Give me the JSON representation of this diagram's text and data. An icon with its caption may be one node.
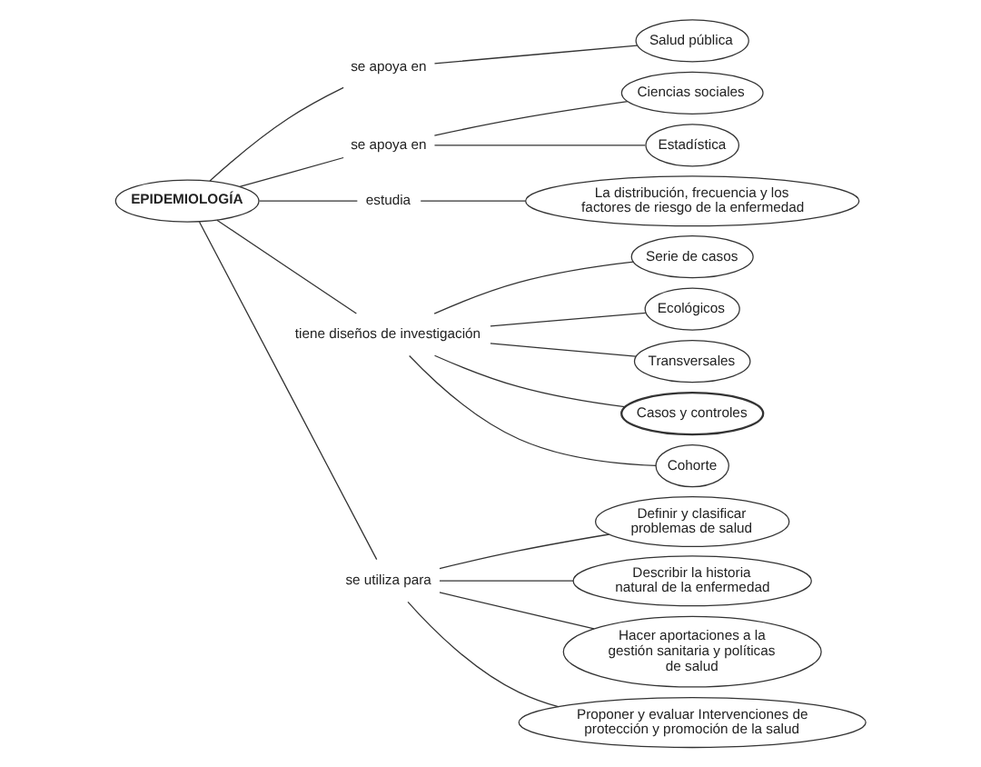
{
  "diagram": {
    "nodes": [
      {
        "text": [
          "Salud pública"
        ]
      },
      {
        "text": [
          "se apoya en"
        ]
      },
      {
        "text": [
          "EPIDEMIOLOGÍA"
        ]
      },
      {
        "text": [
          "se apoya en"
        ]
      },
      {
        "text": [
          "Ciencias sociales"
        ]
      },
      {
        "text": [
          "Estadística"
        ]
      },
      {
        "text": [
          "estudia"
        ]
      },
      {
        "text": [
          "La distribución, frecuencia y los factores de riesgo de la enfermedad"
        ]
      },
      {
        "text": [
          "tiene diseños de investigación"
        ]
      },
      {
        "text": [
          "se utiliza para"
        ]
      },
      {
        "text": [
          "Serie de casos"
        ]
      },
      {
        "text": [
          "Ecológicos"
        ]
      },
      {
        "text": [
          "Transversales"
        ]
      },
      {
        "text": [
          "Casos y controles"
        ]
      },
      {
        "text": [
          "Cohorte"
        ]
      },
      {
        "text": [
          "Definir y clasificar problemas de salud"
        ]
      },
      {
        "text": [
          "Describir la historia natural de la enfermedad"
        ]
      },
      {
        "text": [
          "Hacer aportaciones a la gestión sanitaria y políticas de salud"
        ]
      },
      {
        "text": [
          "Proponer y evaluar Intervenciones de protección y promoción de la salud"
        ]
      }
    ],
    "edges": [
      {
        "from": 2,
        "to": 1,
        "arrow": "none"
      },
      {
        "from": 1,
        "to": 0,
        "arrow": "none"
      },
      {
        "from": 2,
        "to": 3,
        "arrow": "none"
      },
      {
        "from": 3,
        "to": 4,
        "arrow": "none"
      },
      {
        "from": 3,
        "to": 5,
        "arrow": "none"
      },
      {
        "from": 2,
        "to": 6,
        "arrow": "none"
      },
      {
        "from": 6,
        "to": 7,
        "arrow": "none"
      },
      {
        "from": 2,
        "to": 8,
        "arrow": "none"
      },
      {
        "from": 8,
        "to": 10,
        "arrow": "none"
      },
      {
        "from": 8,
        "to": 11,
        "arrow": "none"
      },
      {
        "from": 8,
        "to": 12,
        "arrow": "none"
      },
      {
        "from": 8,
        "to": 13,
        "arrow": "none"
      },
      {
        "from": 8,
        "to": 14,
        "arrow": "none"
      },
      {
        "from": 2,
        "to": 9,
        "arrow": "none"
      },
      {
        "from": 9,
        "to": 15,
        "arrow": "none"
      },
      {
        "from": 9,
        "to": 16,
        "arrow": "none"
      },
      {
        "from": 9,
        "to": 17,
        "arrow": "none"
      },
      {
        "from": 9,
        "to": 18,
        "arrow": "none"
      }
    ]
  }
}
